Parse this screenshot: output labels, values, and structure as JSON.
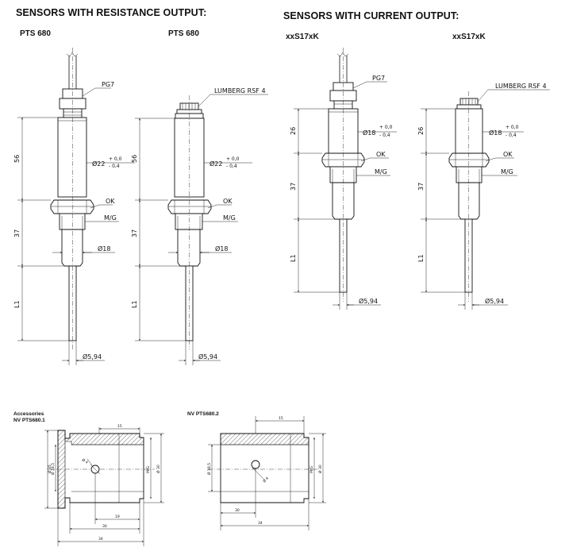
{
  "headers": {
    "resistance": "SENSORS WITH RESISTANCE OUTPUT:",
    "current": "SENSORS WITH CURRENT OUTPUT:"
  },
  "models": {
    "pts680_a": "PTS 680",
    "pts680_b": "PTS 680",
    "xxs17xk_a": "xxS17xK",
    "xxs17xk_b": "xxS17xK"
  },
  "labels": {
    "pg7": "PG7",
    "lumberg": "LUMBERG RSF 4",
    "ok": "OK",
    "mg": "M/G",
    "dia18": "Ø18",
    "dia22": "Ø22",
    "dia594": "Ø5,94",
    "tol_plus": "+ 0,0",
    "tol_minus": "- 0,4",
    "dim56": "56",
    "dim37": "37",
    "dim26": "26",
    "l1": "L1"
  },
  "accessories": {
    "title": "Accessories",
    "nv1": "NV PTS680.1",
    "nv2": "NV PTS680.2",
    "d15": "15",
    "d19": "19",
    "d30": "30",
    "d34": "34",
    "dia35": "Ø 35",
    "dia185": "Ø 18,5",
    "dia4": "Ø 4",
    "dia30": "Ø 30",
    "mg": "M/G"
  }
}
